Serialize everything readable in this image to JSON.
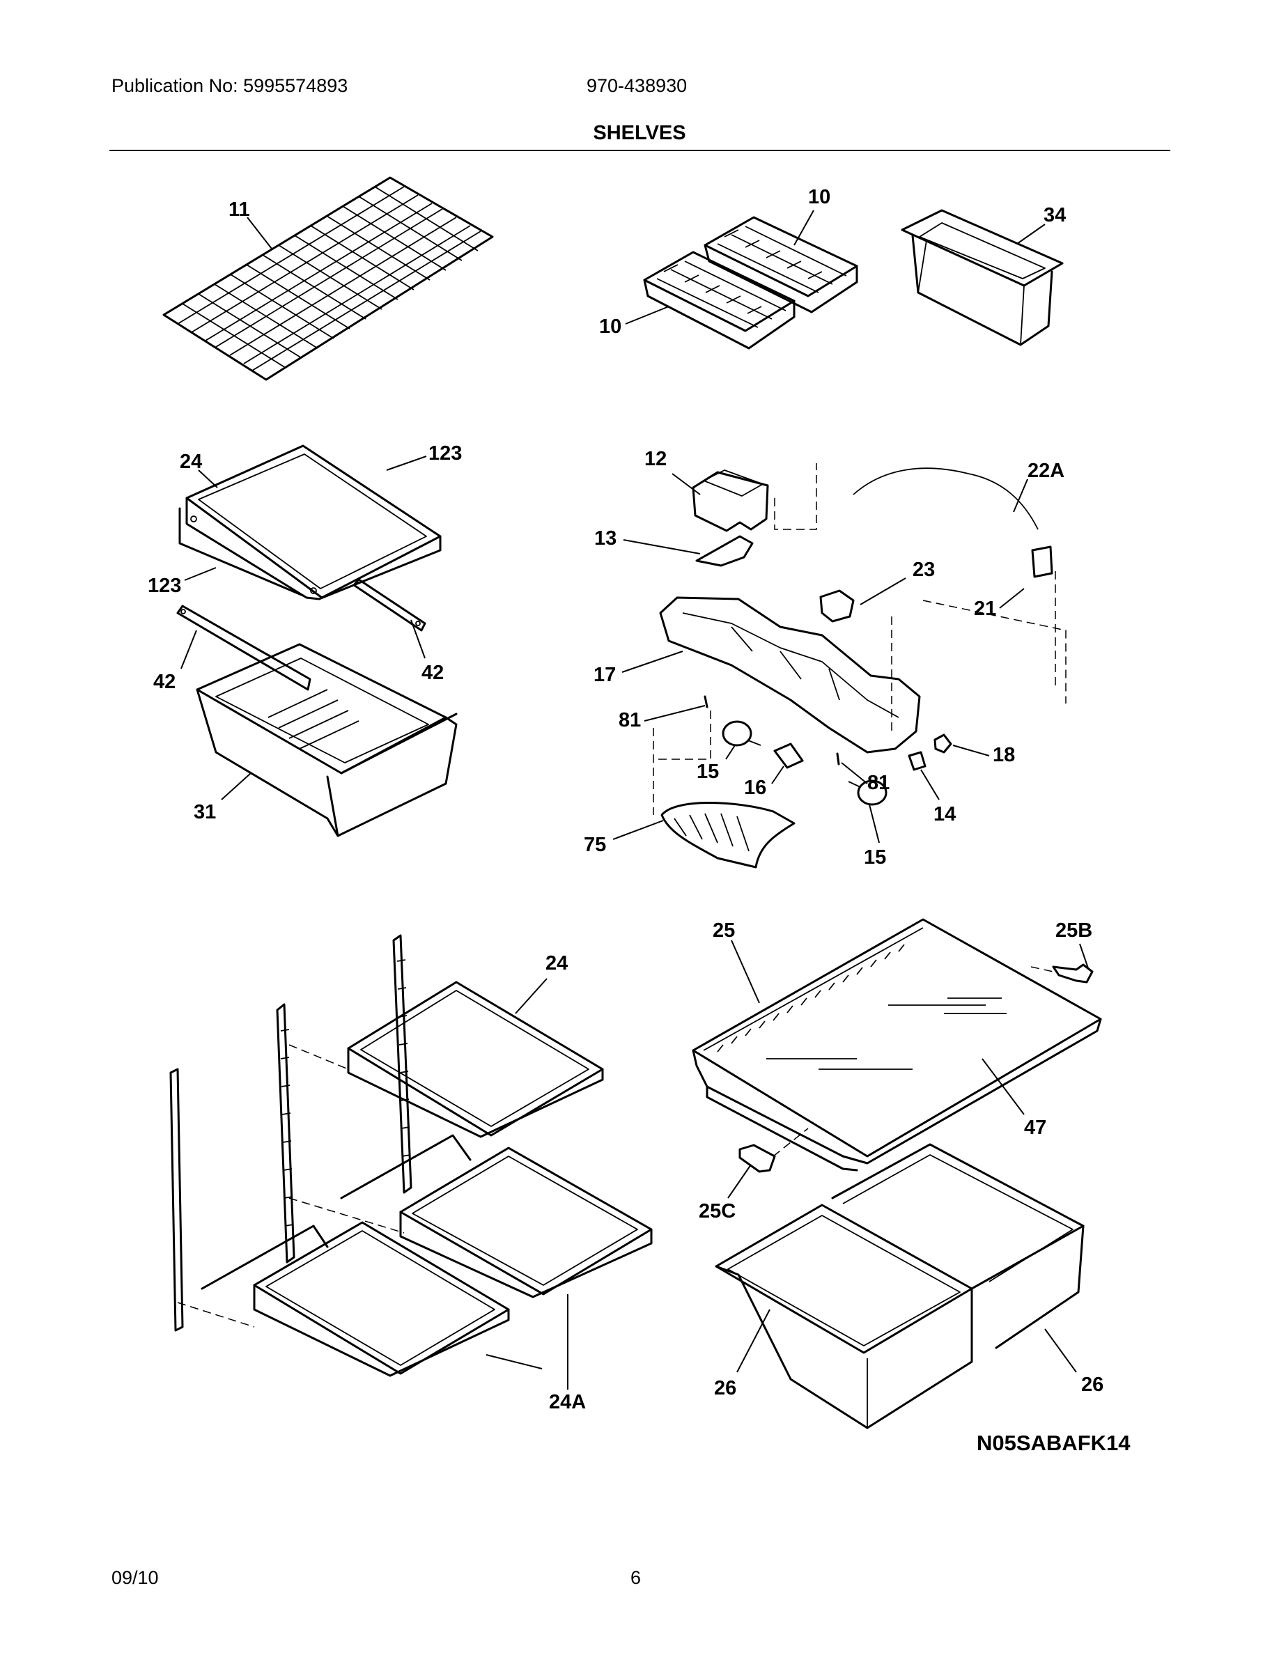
{
  "header": {
    "publication": "Publication No: 5995574893",
    "model": "970-438930",
    "title": "SHELVES"
  },
  "footer": {
    "date": "09/10",
    "page": "6"
  },
  "diagram": {
    "code": "N05SABAFK14",
    "callouts": {
      "c11": "11",
      "c10a": "10",
      "c10b": "10",
      "c34": "34",
      "c24top": "24",
      "c123a": "123",
      "c123b": "123",
      "c42a": "42",
      "c42b": "42",
      "c31": "31",
      "c12": "12",
      "c22a": "22A",
      "c13": "13",
      "c23": "23",
      "c21": "21",
      "c17": "17",
      "c81a": "81",
      "c81b": "81",
      "c18": "18",
      "c15a": "15",
      "c16": "16",
      "c14": "14",
      "c75": "75",
      "c15b": "15",
      "c24bot": "24",
      "c24a": "24A",
      "c25": "25",
      "c25b": "25B",
      "c47": "47",
      "c25c": "25C",
      "c26a": "26",
      "c26b": "26"
    }
  }
}
